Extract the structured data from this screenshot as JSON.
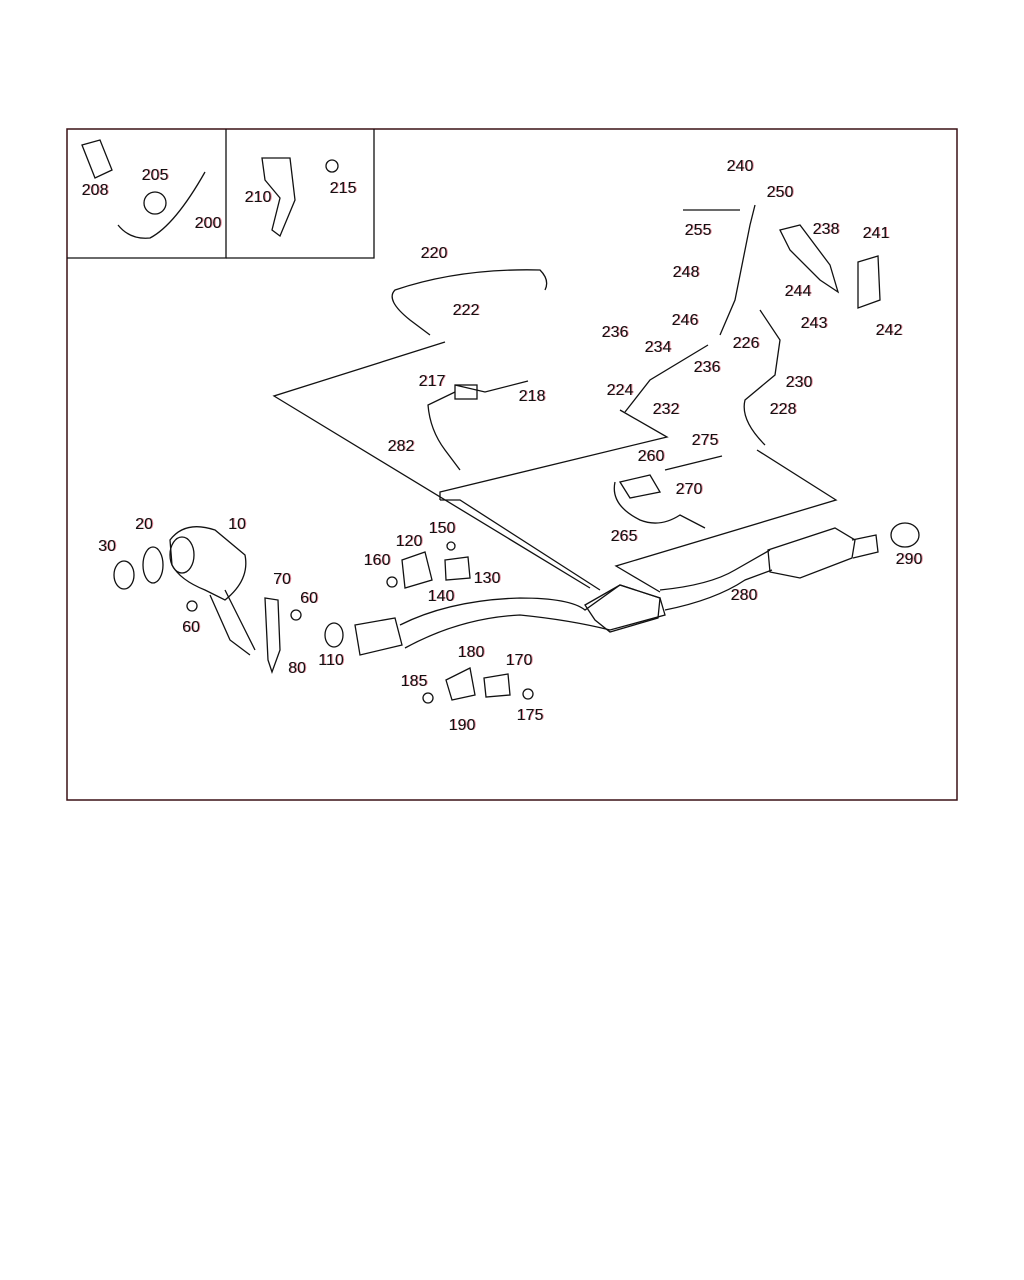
{
  "callouts": [
    "208",
    "205",
    "200",
    "210",
    "215",
    "220",
    "222",
    "240",
    "250",
    "238",
    "241",
    "255",
    "248",
    "244",
    "243",
    "242",
    "246",
    "226",
    "236",
    "234",
    "236",
    "230",
    "224",
    "232",
    "228",
    "217",
    "218",
    "282",
    "275",
    "260",
    "270",
    "265",
    "20",
    "10",
    "30",
    "150",
    "120",
    "160",
    "130",
    "140",
    "70",
    "60",
    "60",
    "280",
    "290",
    "110",
    "80",
    "180",
    "170",
    "185",
    "175",
    "190"
  ],
  "colors": {
    "line": "#111111",
    "fringe": "#c8002a",
    "frame": "#3a1015"
  }
}
